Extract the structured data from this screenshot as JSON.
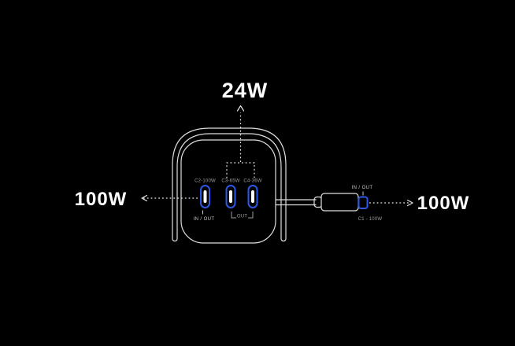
{
  "colors": {
    "background": "#000000",
    "outline": "#dedede",
    "dotted": "#e6e6e6",
    "accent_blue": "#2d58e6",
    "label_gray": "#9e9e9e",
    "label_bright": "#c6c6c6",
    "text_white": "#ffffff"
  },
  "diagram": {
    "top_callout": {
      "value": "24W"
    },
    "left_callout": {
      "value": "100W"
    },
    "right_callout": {
      "value": "100W"
    },
    "device": {
      "ports": [
        {
          "id": "C2",
          "label": "C2-100W",
          "mode_label": "IN / OUT"
        },
        {
          "id": "C3",
          "label": "C3-65W"
        },
        {
          "id": "C4",
          "label": "C4-36W"
        }
      ],
      "shared_ports_mode_label": "OUT",
      "cable": {
        "mode_label": "IN / OUT",
        "port_label": "C1 - 100W"
      }
    }
  }
}
